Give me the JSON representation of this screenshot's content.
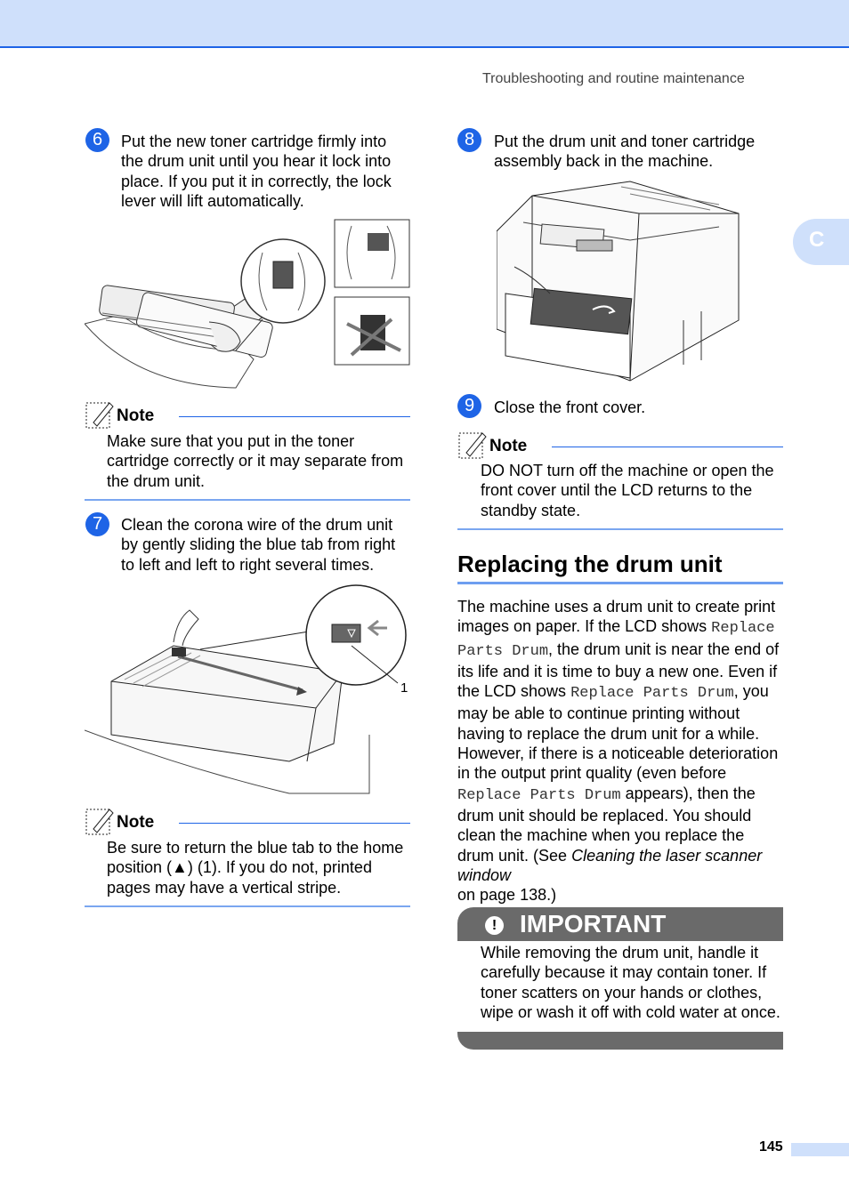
{
  "header": {
    "running_head": "Troubleshooting and routine maintenance",
    "chapter_tab": "C"
  },
  "step6": {
    "num": "6",
    "text": "Put the new toner cartridge firmly into the drum unit until you hear it lock into place. If you put it in correctly, the lock lever will lift automatically."
  },
  "note1": {
    "label": "Note",
    "text": "Make sure that you put in the toner cartridge correctly or it may separate from the drum unit."
  },
  "step7": {
    "num": "7",
    "text": "Clean the corona wire of the drum unit by gently sliding the blue tab from right to left and left to right several times."
  },
  "fig2": {
    "callout": "1"
  },
  "note2": {
    "label": "Note",
    "text": "Be sure to return the blue tab to the home position (▲) (1). If you do not, printed pages may have a vertical stripe."
  },
  "step8": {
    "num": "8",
    "text": "Put the drum unit and toner cartridge assembly back in the machine."
  },
  "step9": {
    "num": "9",
    "text": "Close the front cover."
  },
  "note3": {
    "label": "Note",
    "text": "DO NOT turn off the machine or open the front cover until the LCD returns to the standby state."
  },
  "section": {
    "title": "Replacing the drum unit",
    "p1": "The machine uses a drum unit to create print images on paper. If the LCD shows",
    "code1": "Replace Parts Drum",
    "p2": ", the drum unit is near the end of its life and it is time to buy a new one. Even if the LCD shows",
    "code2": "Replace Parts Drum",
    "p3": ", you may be able to continue printing without having to replace the drum unit for a while. However, if there is a noticeable deterioration in the output print quality (even before",
    "code3": "Replace Parts Drum",
    "p4": " appears), then the drum unit should be replaced. You should clean the machine when you replace the drum unit. (See",
    "ref_italic": "Cleaning the laser scanner window",
    "p5": " on page 138.)"
  },
  "important": {
    "label": "IMPORTANT",
    "text": "While removing the drum unit, handle it carefully because it may contain toner. If toner scatters on your hands or clothes, wipe or wash it off with cold water at once."
  },
  "footer": {
    "page_number": "145"
  }
}
